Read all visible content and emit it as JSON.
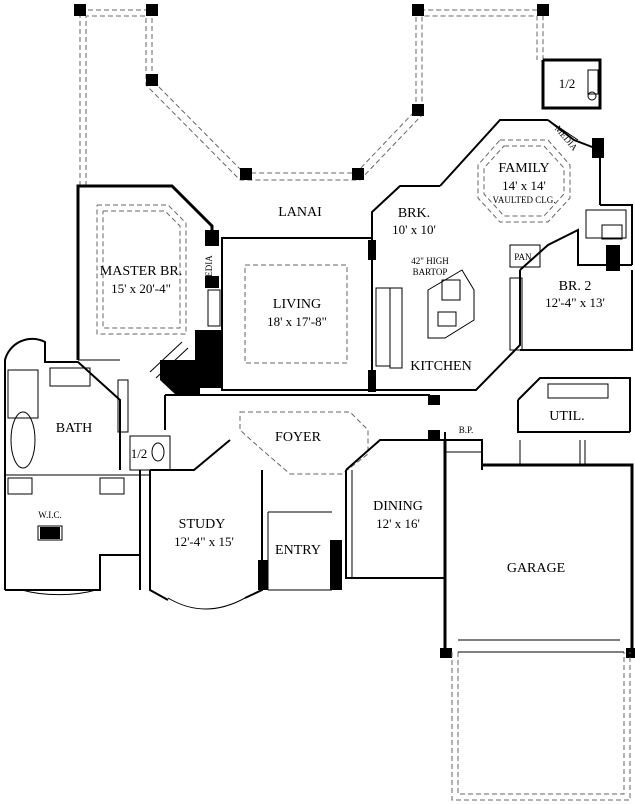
{
  "rooms": {
    "lanai": "LANAI",
    "master": {
      "name": "MASTER BR.",
      "dim": "15' x 20'-4\""
    },
    "media_left": "MEDIA",
    "living": {
      "name": "LIVING",
      "dim": "18' x 17'-8\""
    },
    "brk": {
      "name": "BRK.",
      "dim": "10' x 10'"
    },
    "family": {
      "name": "FAMILY",
      "dim": "14' x 14'",
      "note": "VAULTED CLG."
    },
    "media_right": "MEDIA",
    "half_top": "1/2",
    "bartop": {
      "line1": "42\" HIGH",
      "line2": "BARTOP"
    },
    "pan": "PAN.",
    "br2": {
      "name": "BR. 2",
      "dim": "12'-4\" x 13'"
    },
    "kitchen": "KITCHEN",
    "bath": "BATH",
    "half_left": "1/2",
    "foyer": "FOYER",
    "bp": "B.P.",
    "util": "UTIL.",
    "wic": "W.I.C.",
    "study": {
      "name": "STUDY",
      "dim": "12'-4\" x 15'"
    },
    "entry": "ENTRY",
    "dining": {
      "name": "DINING",
      "dim": "12' x 16'"
    },
    "garage": "GARAGE"
  }
}
